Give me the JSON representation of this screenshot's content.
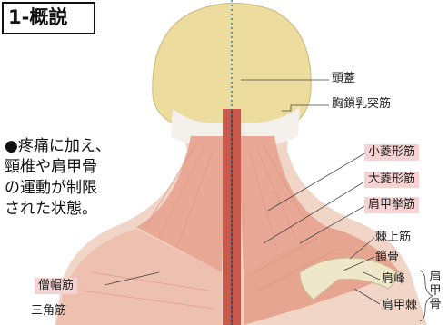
{
  "section_title": "1-概説",
  "note_lines": [
    "●疼痛に加え、",
    "頸椎や肩甲骨",
    "の運動が制限",
    "された状態。"
  ],
  "labels": {
    "skull": "頭蓋",
    "scm": "胸鎖乳突筋",
    "rhomboid_minor": "小菱形筋",
    "rhomboid_major": "大菱形筋",
    "levator_scapulae": "肩甲挙筋",
    "supraspinatus": "棘上筋",
    "clavicle": "鎖骨",
    "acromion": "肩峰",
    "scapular_spine": "肩甲棘",
    "trapezius": "僧帽筋",
    "deltoid": "三角筋",
    "scapula_group": "肩甲骨"
  }
}
